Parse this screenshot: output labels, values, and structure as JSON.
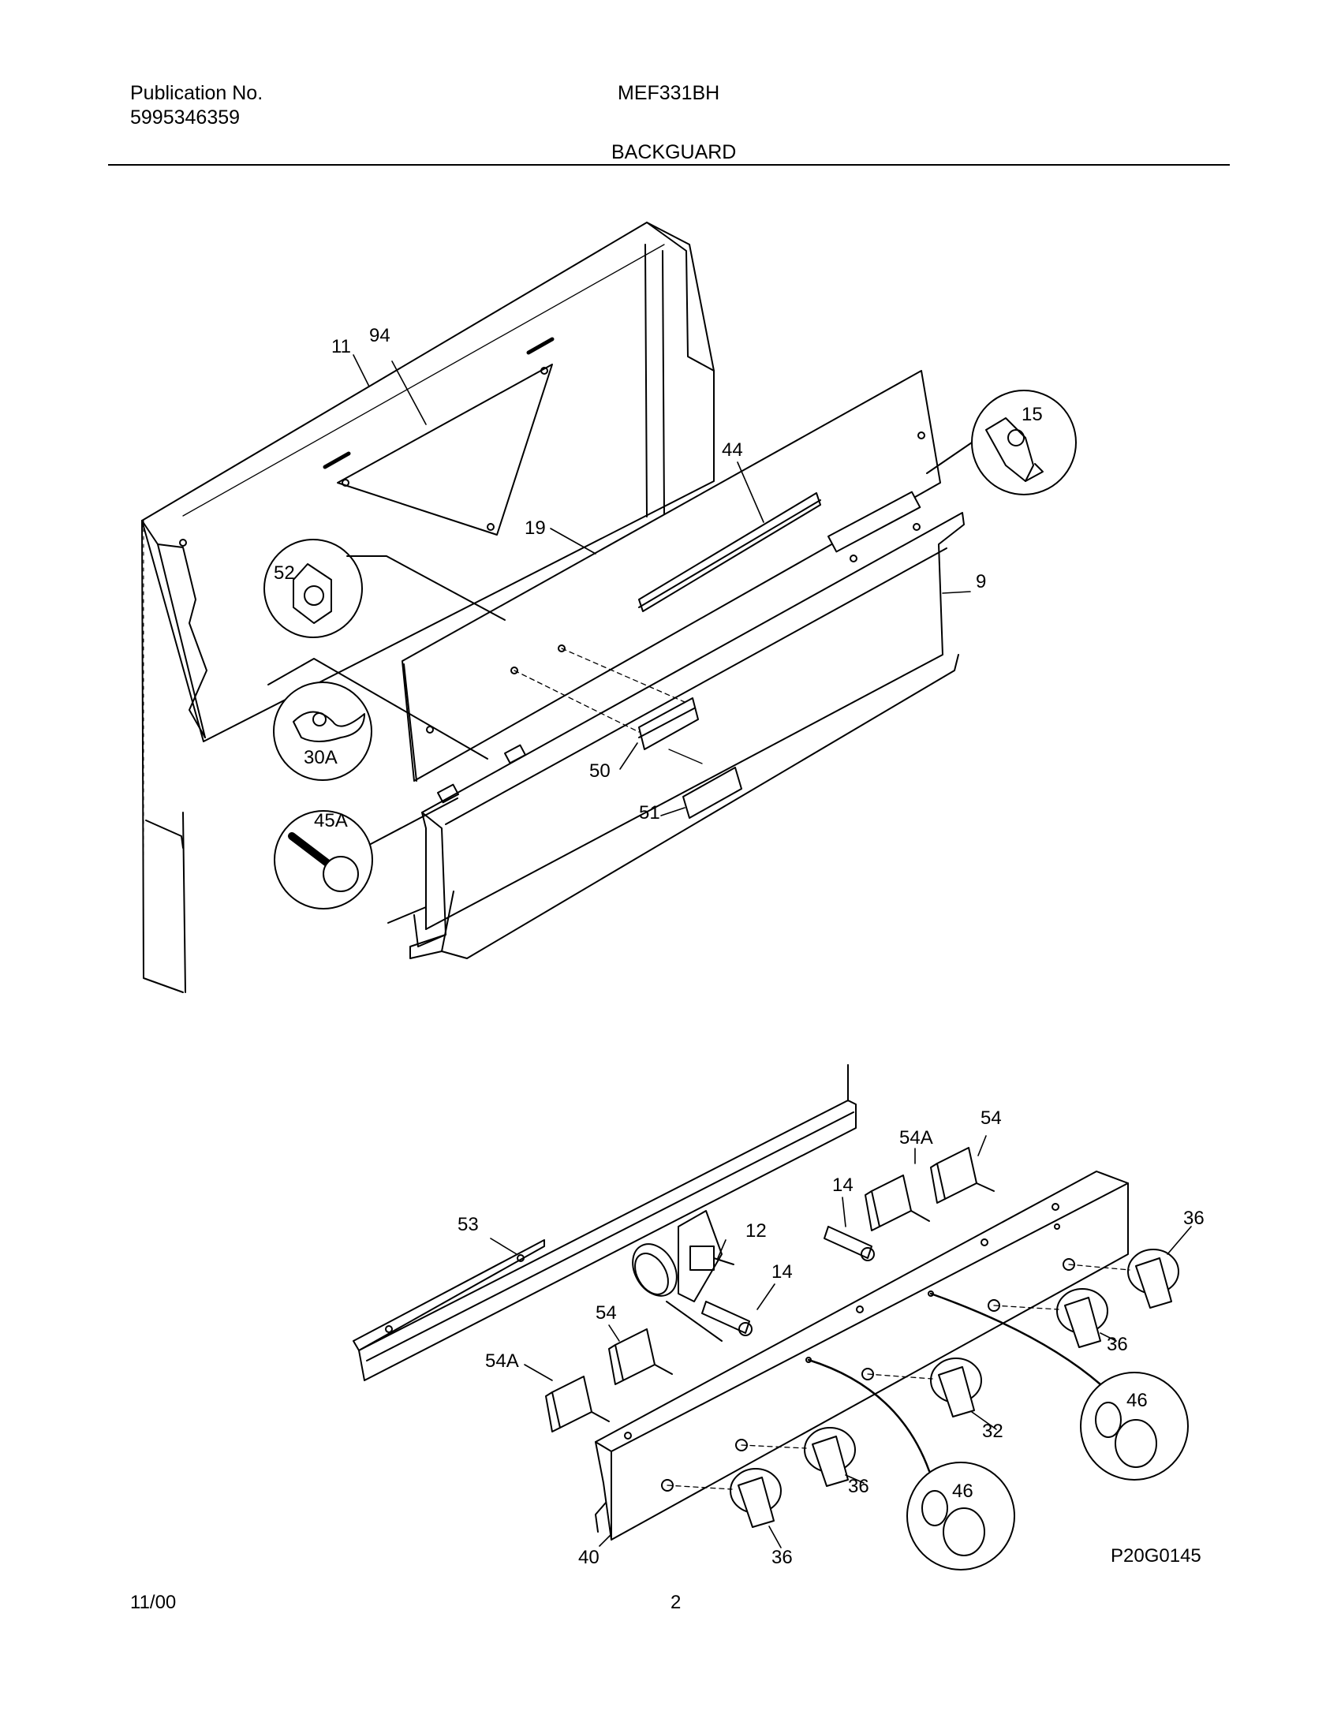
{
  "header": {
    "publication_label": "Publication No.",
    "publication_number": "5995346359",
    "model": "MEF331BH",
    "section": "BACKGUARD"
  },
  "callouts": {
    "upper": {
      "c11": "11",
      "c94": "94",
      "c15": "15",
      "c44": "44",
      "c19": "19",
      "c52": "52",
      "c9": "9",
      "c30A": "30A",
      "c50": "50",
      "c45A": "45A",
      "c51": "51"
    },
    "lower": {
      "c53": "53",
      "c54A_right": "54A",
      "c54_right": "54",
      "c14_right": "14",
      "c12": "12",
      "c14_left": "14",
      "c36_far": "36",
      "c54_left": "54",
      "c54A_left": "54A",
      "c36_mid": "36",
      "c46_right": "46",
      "c32": "32",
      "c46_left": "46",
      "c36_lower": "36",
      "c40": "40",
      "c36_bottom": "36"
    }
  },
  "figure_code": "P20G0145",
  "footer": {
    "date": "11/00",
    "page": "2"
  }
}
